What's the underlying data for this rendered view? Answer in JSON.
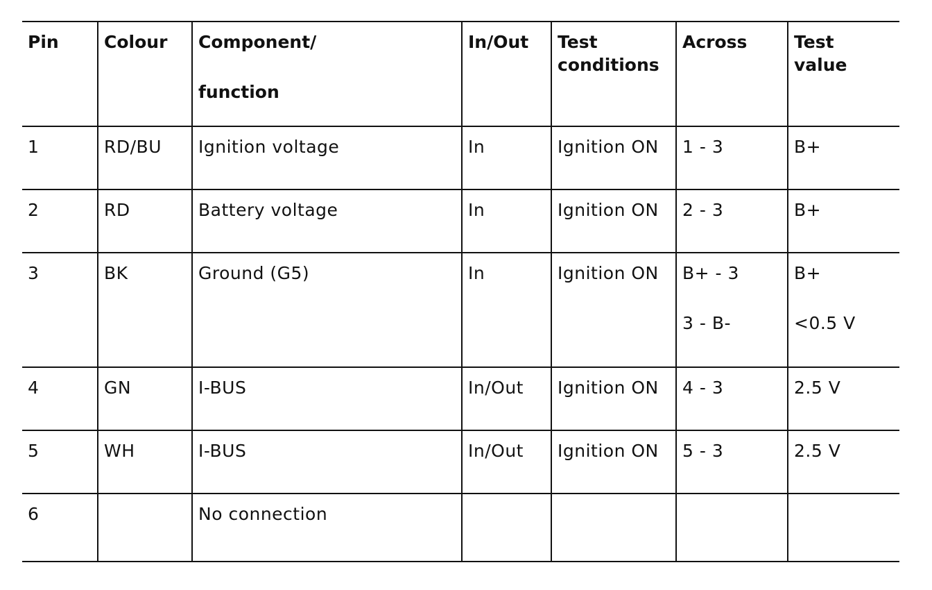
{
  "table": {
    "headers": {
      "pin": "Pin",
      "colour": "Colour",
      "component_line1": "Component/",
      "component_line2": "function",
      "in_out": "In/Out",
      "test_conditions_line1": "Test",
      "test_conditions_line2": "conditions",
      "across": "Across",
      "test_value_line1": "Test",
      "test_value_line2": "value"
    },
    "rows": [
      {
        "pin": "1",
        "colour": "RD/BU",
        "component": "Ignition voltage",
        "in_out": "In",
        "test_conditions": "Ignition ON",
        "across": [
          "1 - 3"
        ],
        "test_value": [
          "B+"
        ]
      },
      {
        "pin": "2",
        "colour": "RD",
        "component": "Battery voltage",
        "in_out": "In",
        "test_conditions": "Ignition ON",
        "across": [
          "2 - 3"
        ],
        "test_value": [
          "B+"
        ]
      },
      {
        "pin": "3",
        "colour": "BK",
        "component": "Ground (G5)",
        "in_out": "In",
        "test_conditions": "Ignition ON",
        "across": [
          "B+ - 3",
          "3 - B-"
        ],
        "test_value": [
          "B+",
          "<0.5 V"
        ]
      },
      {
        "pin": "4",
        "colour": "GN",
        "component": "I-BUS",
        "in_out": "In/Out",
        "test_conditions": "Ignition ON",
        "across": [
          "4 - 3"
        ],
        "test_value": [
          "2.5 V"
        ]
      },
      {
        "pin": "5",
        "colour": "WH",
        "component": "I-BUS",
        "in_out": "In/Out",
        "test_conditions": "Ignition ON",
        "across": [
          "5 - 3"
        ],
        "test_value": [
          "2.5 V"
        ]
      },
      {
        "pin": "6",
        "colour": "",
        "component": "No connection",
        "in_out": "",
        "test_conditions": "",
        "across": [
          ""
        ],
        "test_value": [
          ""
        ]
      }
    ]
  }
}
